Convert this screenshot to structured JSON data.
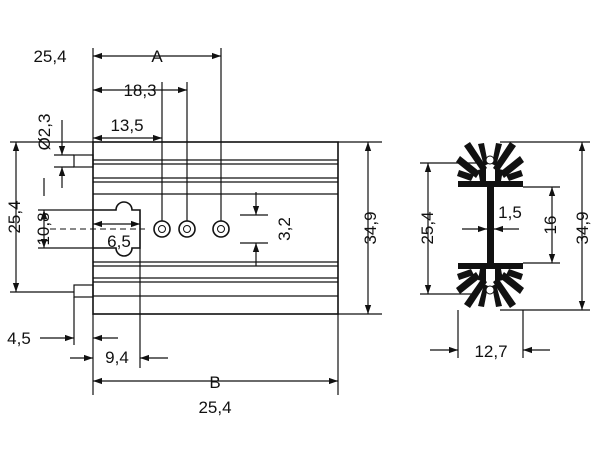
{
  "colors": {
    "line": "#111111",
    "background": "#ffffff"
  },
  "front_view": {
    "top_left_width": "25,4",
    "a_label": "A",
    "dim_18_3": "18,3",
    "dim_13_5": "13,5",
    "pin_diameter": "Ø2,3",
    "left_height": "25,4",
    "tab_height": "10,8",
    "tab_width": "6,5",
    "hole_height": "3,2",
    "total_height": "34,9",
    "pin_offset": "4,5",
    "hole_offset": "9,4",
    "b_label": "B",
    "bottom_width": "25,4"
  },
  "side_view": {
    "left_height": "25,4",
    "web_thickness": "1,5",
    "inner_height": "16",
    "total_height": "34,9",
    "base_width": "12,7"
  }
}
